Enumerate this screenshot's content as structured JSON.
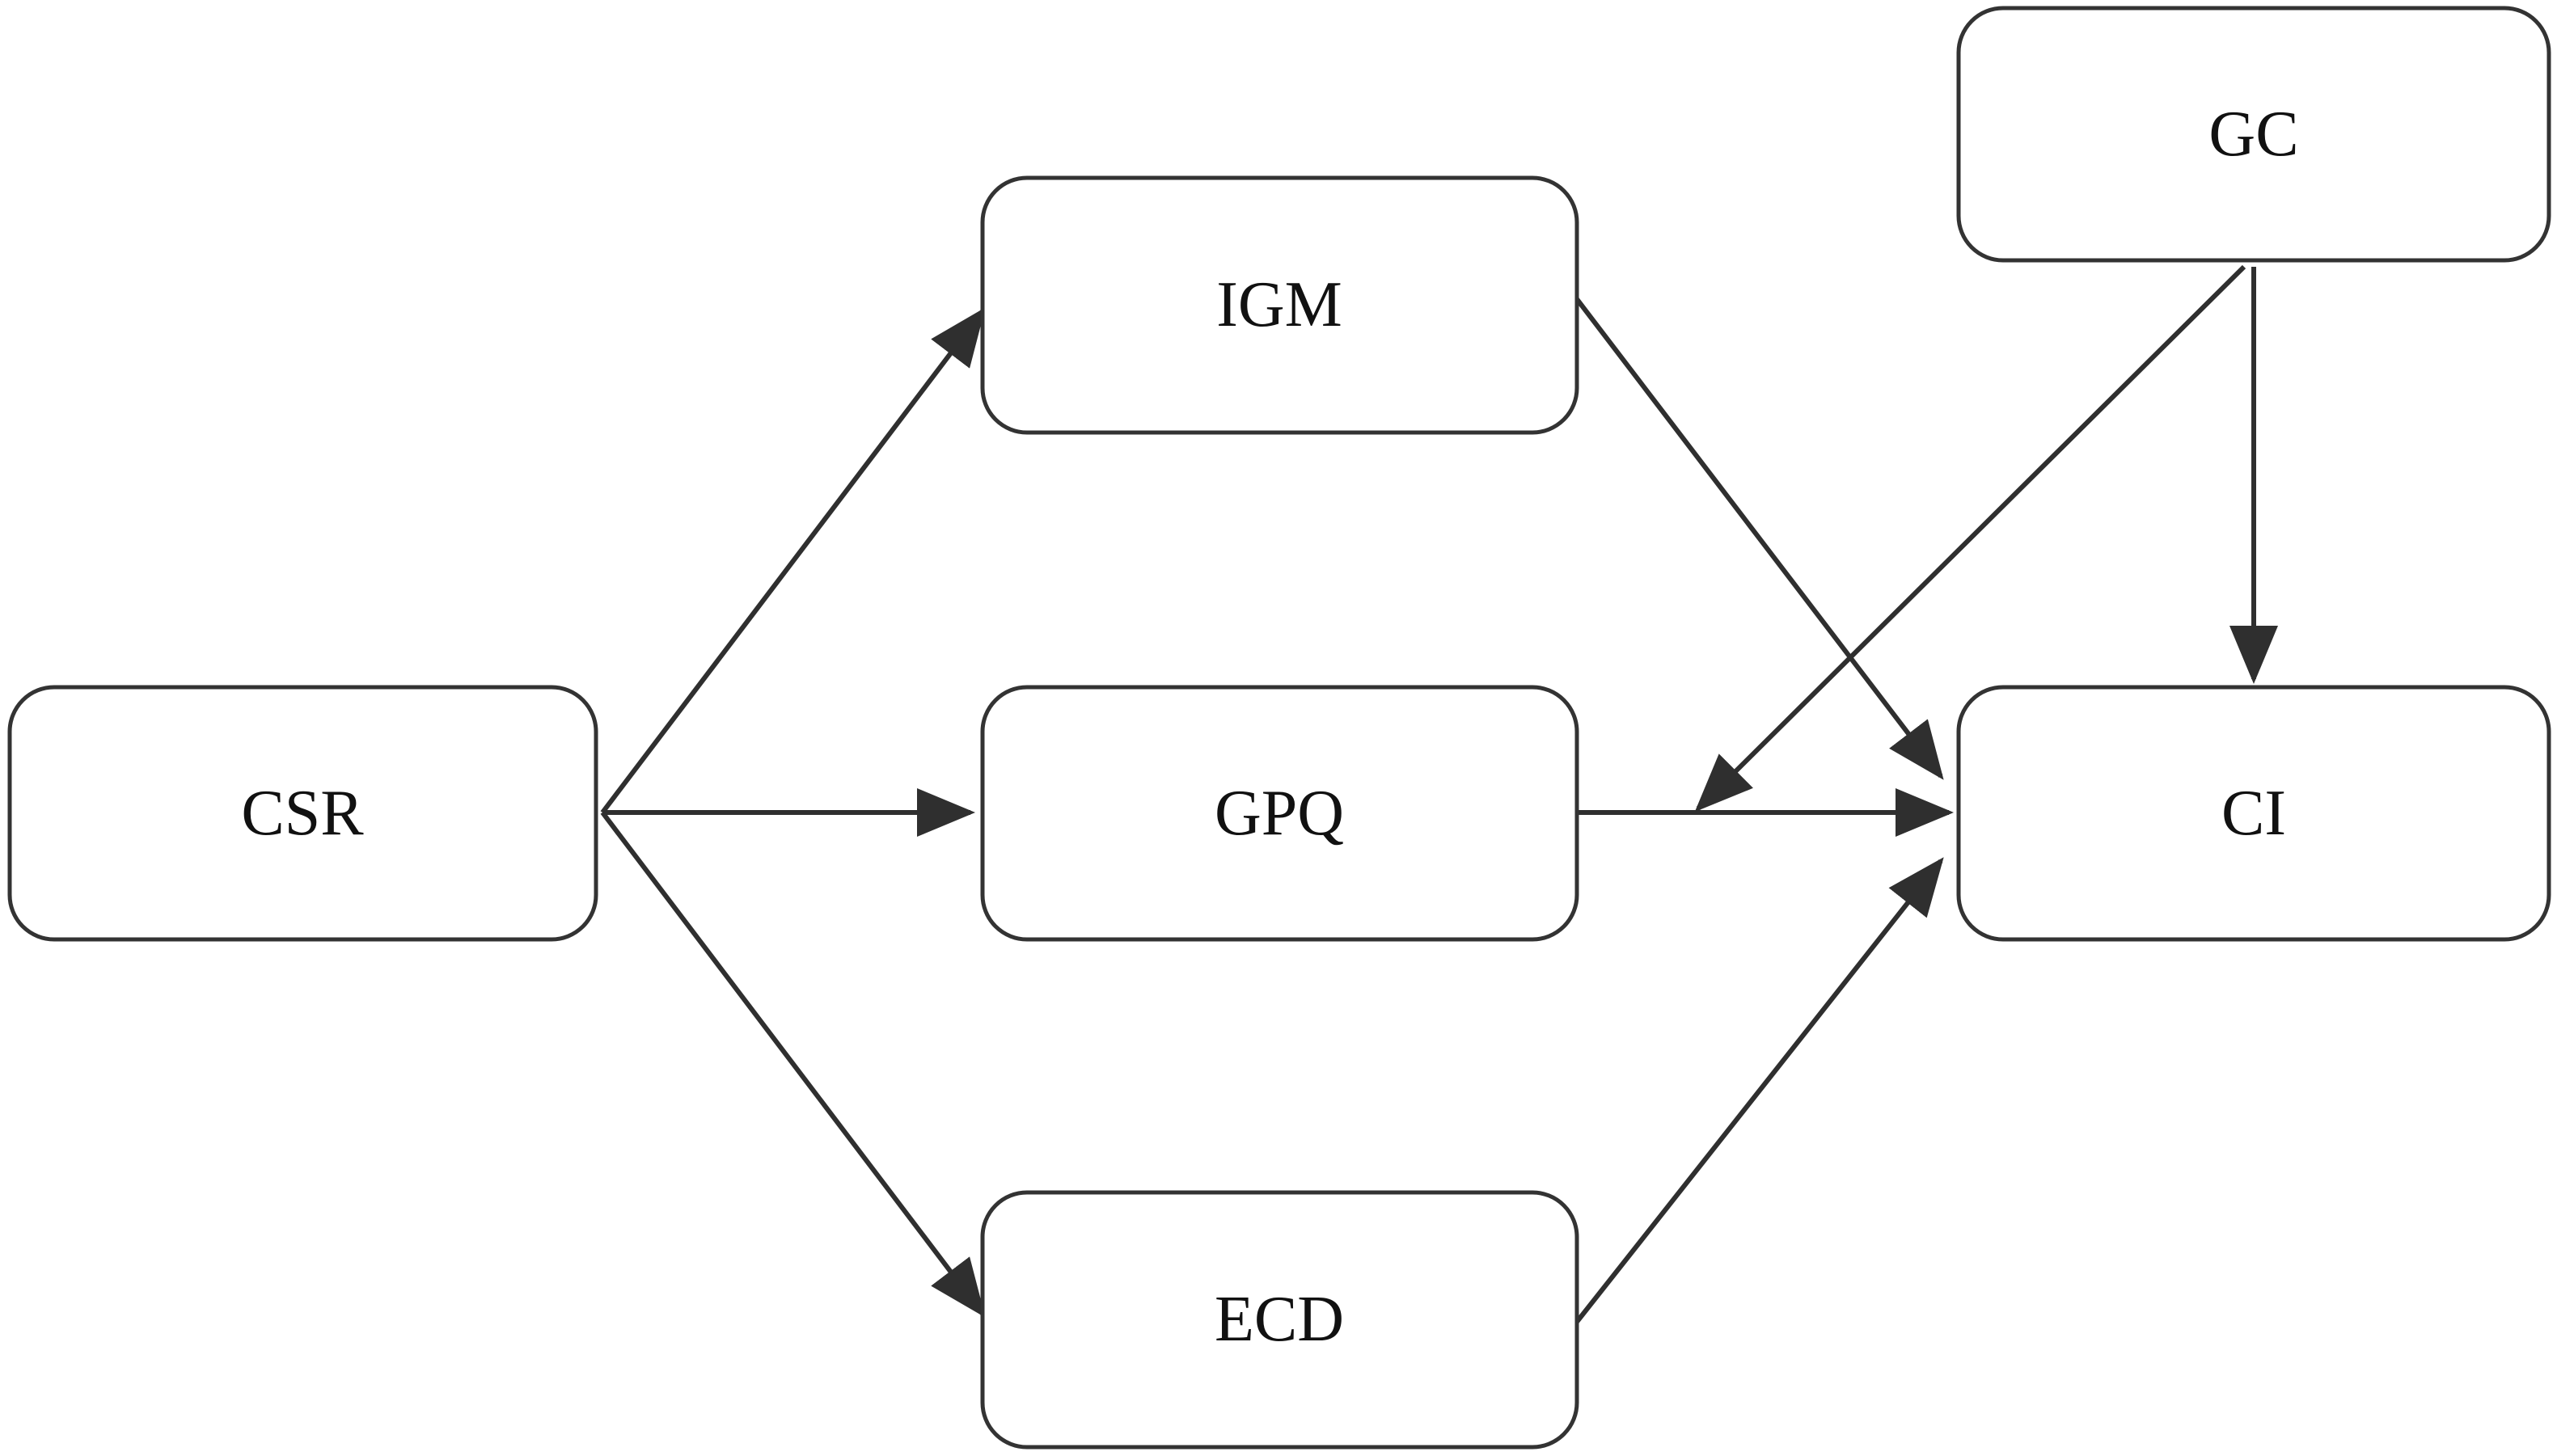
{
  "diagram": {
    "nodes": {
      "csr": {
        "label": "CSR"
      },
      "igm": {
        "label": "IGM"
      },
      "gpq": {
        "label": "GPQ"
      },
      "ecd": {
        "label": "ECD"
      },
      "gc": {
        "label": "GC"
      },
      "ci": {
        "label": "CI"
      }
    },
    "edges": [
      {
        "from": "CSR",
        "to": "IGM"
      },
      {
        "from": "CSR",
        "to": "GPQ"
      },
      {
        "from": "CSR",
        "to": "ECD"
      },
      {
        "from": "IGM",
        "to": "CI"
      },
      {
        "from": "GPQ",
        "to": "CI"
      },
      {
        "from": "ECD",
        "to": "CI"
      },
      {
        "from": "GC",
        "to": "CI"
      },
      {
        "from": "GC",
        "to": "GPQ-CI path"
      }
    ],
    "colors": {
      "stroke": "#2f2f2f",
      "box_fill": "#ffffff",
      "text": "#111111"
    }
  }
}
